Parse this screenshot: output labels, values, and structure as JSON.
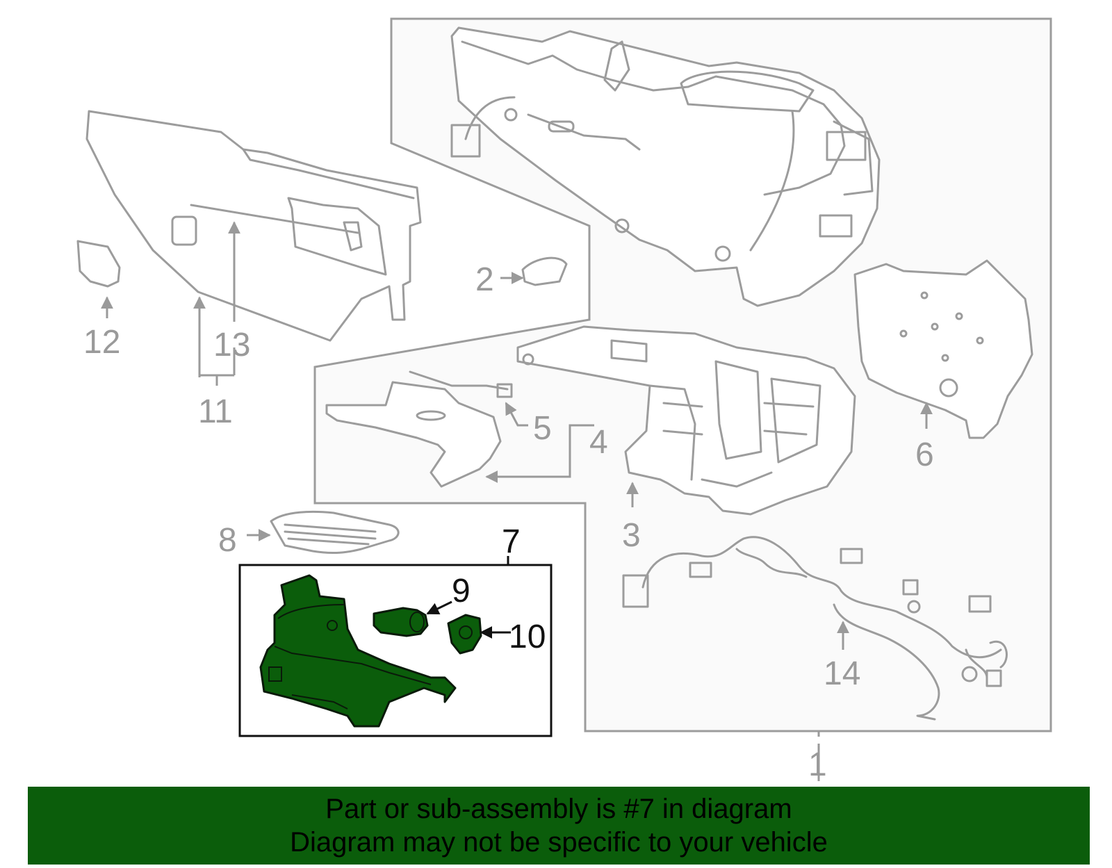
{
  "diagram": {
    "callouts": {
      "c1": "1",
      "c2": "2",
      "c3": "3",
      "c4": "4",
      "c5": "5",
      "c6": "6",
      "c7": "7",
      "c8": "8",
      "c9": "9",
      "c10": "10",
      "c11": "11",
      "c12": "12",
      "c13": "13",
      "c14": "14"
    },
    "highlighted_part": "7",
    "colors": {
      "highlight": "#0b5d0b",
      "line_art": "#9c9c9c",
      "callout_black": "#111111"
    }
  },
  "banner": {
    "line1": "Part or sub-assembly is #7 in diagram",
    "line2": "Diagram may not be specific to your vehicle",
    "background": "#0b5d0b"
  }
}
